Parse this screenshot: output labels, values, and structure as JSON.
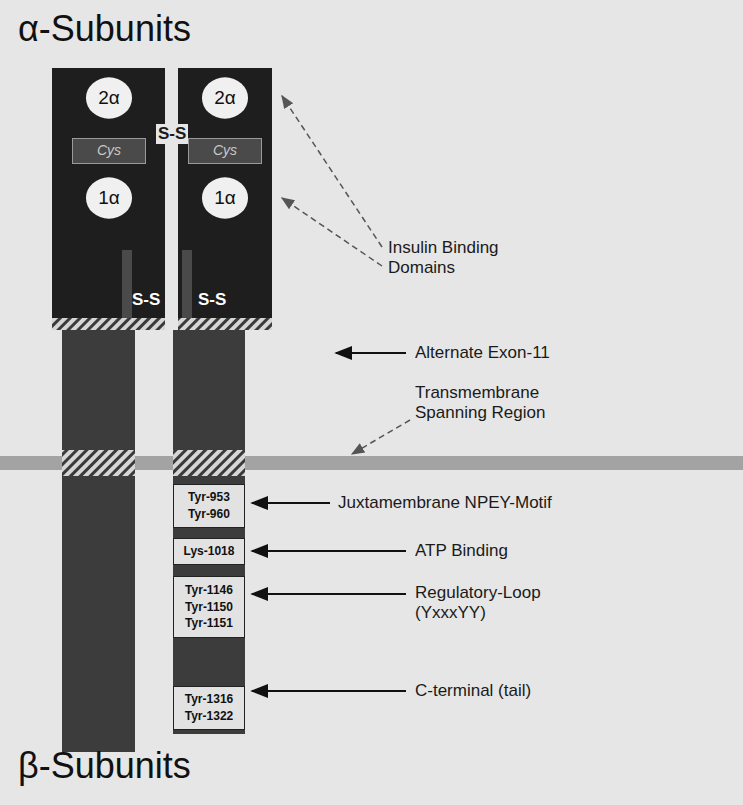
{
  "diagram": {
    "title": "α-Subunits",
    "nodes": [
      {
        "text": [
          "S-S"
        ]
      },
      {
        "text": [
          "2α"
        ],
        "in": 0
      },
      {
        "text": [
          "Cys"
        ],
        "in": 0
      },
      {
        "text": [
          "1α"
        ],
        "in": 0
      },
      {
        "text": [
          "S-S"
        ]
      },
      {
        "text": [
          "2α"
        ],
        "in": 4
      },
      {
        "text": [
          "Cys"
        ],
        "in": 4
      },
      {
        "text": [
          "1α"
        ],
        "in": 4
      },
      {
        "text": [
          "Tyr-953 Tyr-960"
        ]
      },
      {
        "text": [
          "Lys-1018"
        ]
      },
      {
        "text": [
          "Tyr-1146 Tyr-1150 Tyr-1151"
        ]
      },
      {
        "text": [
          "Tyr-1316 Tyr-1322"
        ]
      }
    ],
    "labels": [
      "S-S",
      "Insulin Binding Domains",
      "Alternate Exon-11",
      "Transmembrane Spanning Region",
      "Juxtamembrane NPEY-Motif",
      "ATP Binding",
      "Regulatory-Loop (YxxxYY)",
      "C-terminal (tail)",
      "β-Subunits"
    ]
  }
}
